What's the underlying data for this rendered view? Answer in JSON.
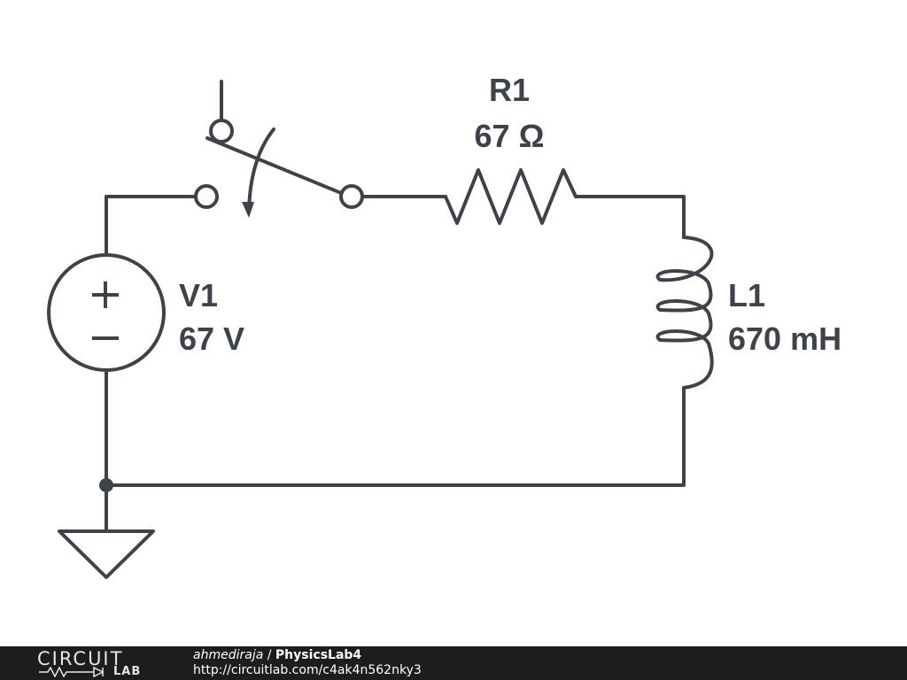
{
  "diagram": {
    "type": "circuit-schematic",
    "components": [
      {
        "id": "V1",
        "kind": "voltage-source",
        "name": "V1",
        "value": "67 V",
        "polarity_plus": "+",
        "polarity_minus": "−"
      },
      {
        "id": "R1",
        "kind": "resistor",
        "name": "R1",
        "value": "67 Ω"
      },
      {
        "id": "L1",
        "kind": "inductor",
        "name": "L1",
        "value": "670 mH"
      },
      {
        "id": "S1",
        "kind": "switch"
      },
      {
        "id": "GND",
        "kind": "ground"
      }
    ],
    "colors": {
      "stroke": "#3d4349",
      "background": "#ffffff"
    }
  },
  "footer": {
    "logo_word": "CIRCUIT",
    "logo_sub": "LAB",
    "user": "ahmediraja",
    "separator": " / ",
    "project": "PhysicsLab4",
    "url": "http://circuitlab.com/c4ak4n562nky3",
    "colors": {
      "background": "#1d1d1d",
      "text": "#ffffff"
    }
  }
}
